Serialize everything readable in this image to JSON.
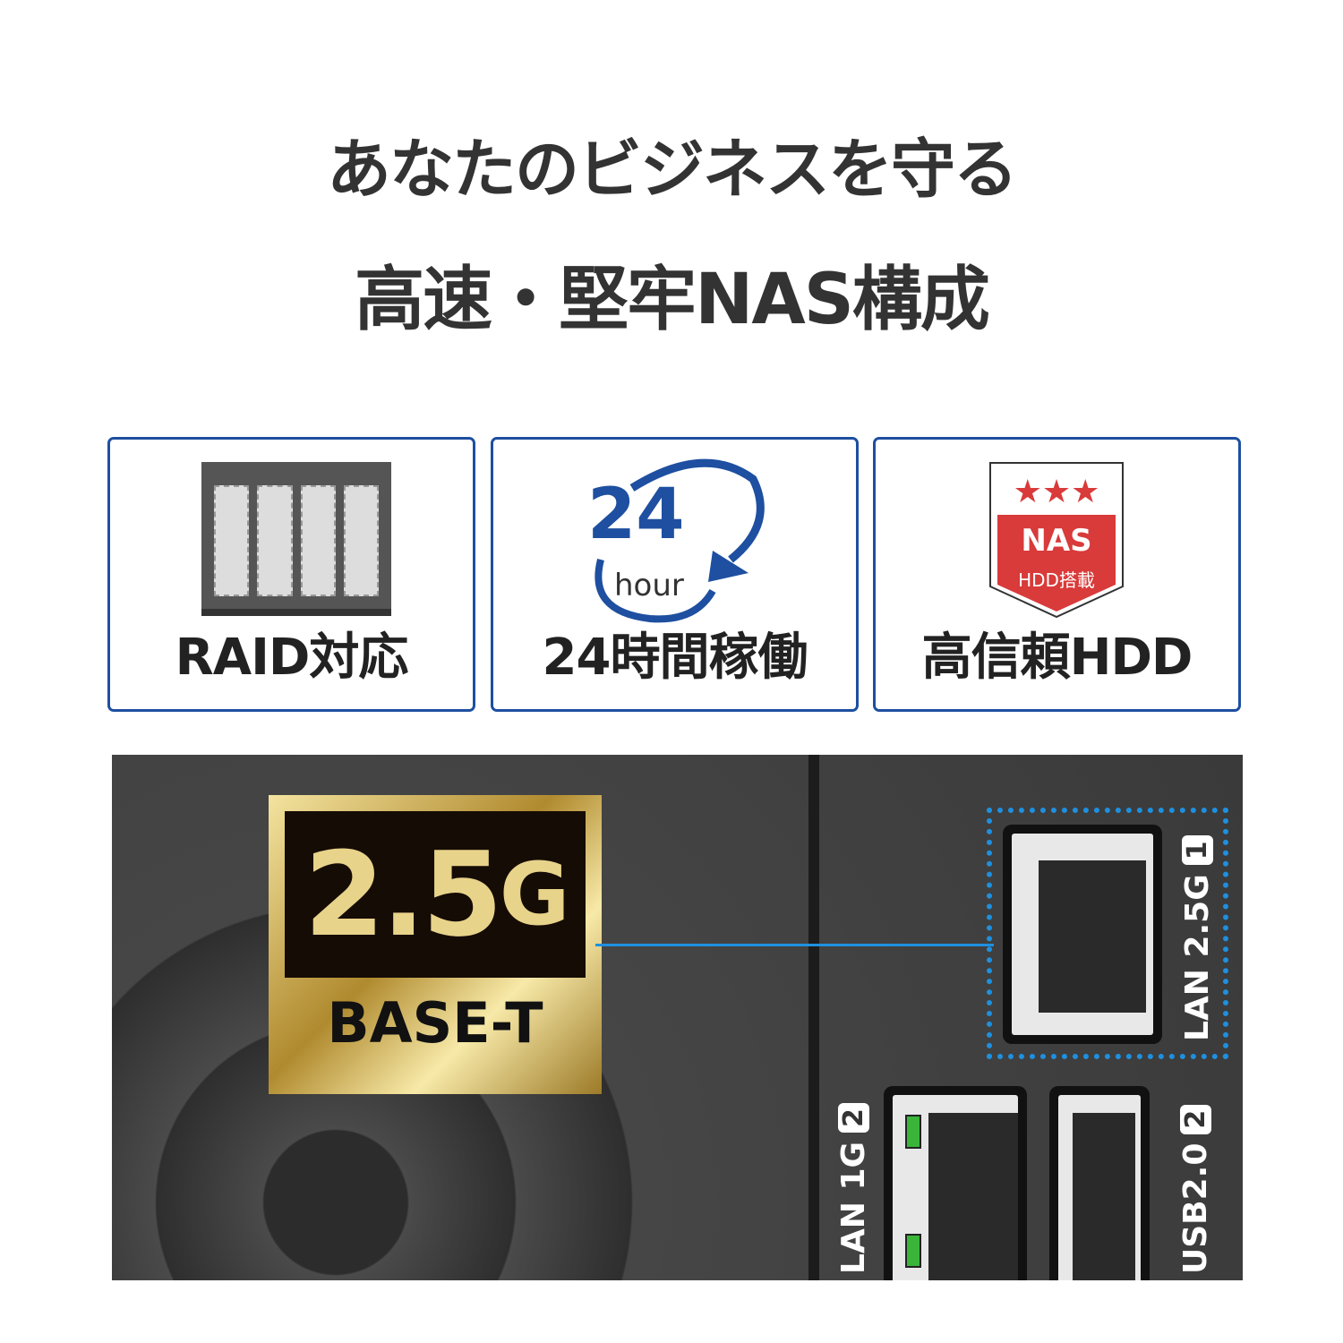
{
  "headline": {
    "line1": "あなたのビジネスを守る",
    "line2": "高速・堅牢NAS構成"
  },
  "features": [
    {
      "icon": "raid-drive-bays-icon",
      "label": "RAID対応"
    },
    {
      "icon": "24-hour-cycle-icon",
      "label": "24時間稼働",
      "icon_text": {
        "number": "24",
        "unit": "hour"
      }
    },
    {
      "icon": "nas-hdd-shield-icon",
      "label": "高信頼HDD",
      "icon_text": {
        "top": "NAS",
        "bottom": "HDD搭載"
      }
    }
  ],
  "badge": {
    "speed": "2.5",
    "unit": "G",
    "standard": "BASE-T"
  },
  "ports": [
    {
      "label": "LAN 2.5G",
      "number": "1"
    },
    {
      "label": "LAN 1G",
      "number": "2"
    },
    {
      "label": "USB2.0",
      "number": "2"
    }
  ],
  "colors": {
    "card_border": "#1e4fa0",
    "highlight": "#1e90e0",
    "nas_red": "#d93a3a",
    "gold": "#c9a84c"
  }
}
